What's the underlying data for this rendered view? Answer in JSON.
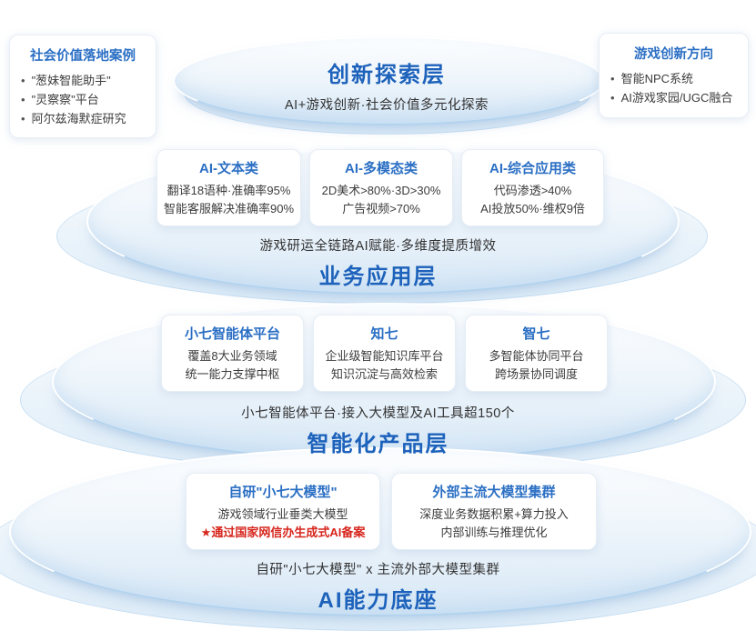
{
  "diagram": {
    "layers": [
      {
        "title": "创新探索层",
        "subtitle": "AI+游戏创新·社会价值多元化探索",
        "cards": []
      },
      {
        "title": "业务应用层",
        "subtitle": "游戏研运全链路AI赋能·多维度提质增效",
        "cards": [
          {
            "title": "AI-文本类",
            "lines": [
              "翻译18语种·准确率95%",
              "智能客服解决准确率90%"
            ]
          },
          {
            "title": "AI-多模态类",
            "lines": [
              "2D美术>80%·3D>30%",
              "广告视频>70%"
            ]
          },
          {
            "title": "AI-综合应用类",
            "lines": [
              "代码渗透>40%",
              "AI投放50%·维权9倍"
            ]
          }
        ]
      },
      {
        "title": "智能化产品层",
        "subtitle": "小七智能体平台·接入大模型及AI工具超150个",
        "cards": [
          {
            "title": "小七智能体平台",
            "lines": [
              "覆盖8大业务领域",
              "统一能力支撑中枢"
            ]
          },
          {
            "title": "知七",
            "lines": [
              "企业级智能知识库平台",
              "知识沉淀与高效检索"
            ]
          },
          {
            "title": "智七",
            "lines": [
              "多智能体协同平台",
              "跨场景协同调度"
            ]
          }
        ]
      },
      {
        "title": "AI能力底座",
        "subtitle": "自研\"小七大模型\" x 主流外部大模型集群",
        "cards": [
          {
            "title": "自研\"小七大模型\"",
            "lines": [
              "游戏领域行业垂类大模型"
            ],
            "highlight": "★通过国家网信办生成式AI备案"
          },
          {
            "title": "外部主流大模型集群",
            "lines": [
              "深度业务数据积累+算力投入",
              "内部训练与推理优化"
            ]
          }
        ]
      }
    ],
    "side_boxes": {
      "left": {
        "title": "社会价值落地案例",
        "items": [
          "\"葱妹智能助手\"",
          "\"灵察察\"平台",
          "阿尔兹海默症研究"
        ]
      },
      "right": {
        "title": "游戏创新方向",
        "items": [
          "智能NPC系统",
          "AI游戏家园/UGC融合"
        ]
      }
    },
    "colors": {
      "layer_title_blue": "#1d62bb",
      "card_title_blue": "#2b6fc4",
      "body_text": "#3c3c3c",
      "highlight_red": "#d7261d",
      "disc_light": "#eef5fb",
      "disc_deep": "#d6e7f6",
      "disc_rim": "#b2d2ee"
    }
  }
}
